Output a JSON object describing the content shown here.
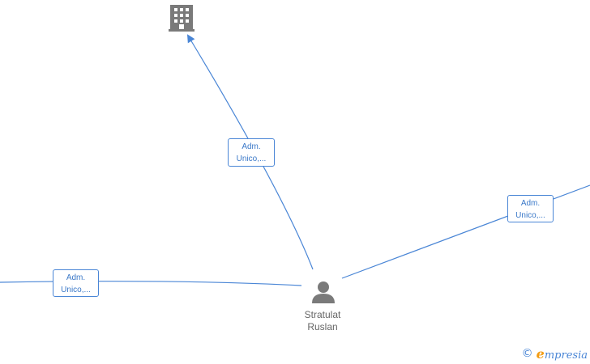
{
  "edge_labels": [
    {
      "line1": "Adm.",
      "line2": "Unico,..."
    },
    {
      "line1": "Adm.",
      "line2": "Unico,..."
    },
    {
      "line1": "Adm.",
      "line2": "Unico,..."
    }
  ],
  "person": {
    "first": "Stratulat",
    "last": "Ruslan"
  },
  "icons": {
    "company": "building-icon",
    "person": "person-icon"
  },
  "watermark": {
    "symbol": "©",
    "brand_initial": "e",
    "brand_rest": "mpresia"
  },
  "colors": {
    "edge": "#4a86d6",
    "node": "#7a7a7a",
    "brand_accent": "#f39c12"
  }
}
